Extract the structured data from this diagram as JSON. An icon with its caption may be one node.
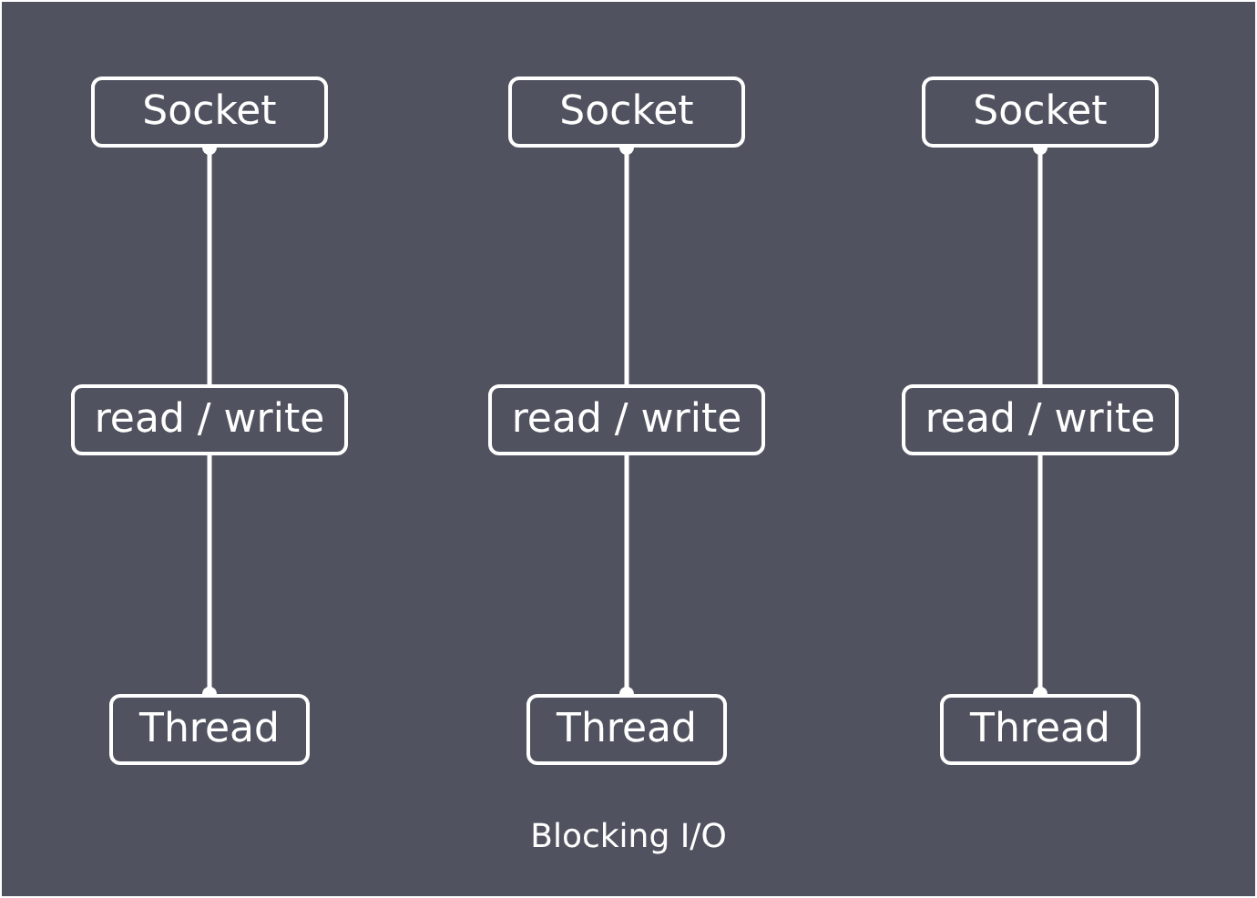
{
  "diagram": {
    "caption": "Blocking I/O",
    "nodes": [
      {
        "text": [
          "Socket"
        ]
      },
      {
        "text": [
          "Socket"
        ]
      },
      {
        "text": [
          "Socket"
        ]
      },
      {
        "text": [
          "read / write"
        ]
      },
      {
        "text": [
          "read / write"
        ]
      },
      {
        "text": [
          "read / write"
        ]
      },
      {
        "text": [
          "Thread"
        ]
      },
      {
        "text": [
          "Thread"
        ]
      },
      {
        "text": [
          "Thread"
        ]
      }
    ],
    "edges": [
      {
        "from": 3,
        "to": 0,
        "arrow": "other"
      },
      {
        "from": 3,
        "to": 6,
        "arrow": "other"
      },
      {
        "from": 4,
        "to": 1,
        "arrow": "other"
      },
      {
        "from": 4,
        "to": 7,
        "arrow": "other"
      },
      {
        "from": 5,
        "to": 2,
        "arrow": "other"
      },
      {
        "from": 5,
        "to": 8,
        "arrow": "other"
      }
    ]
  }
}
